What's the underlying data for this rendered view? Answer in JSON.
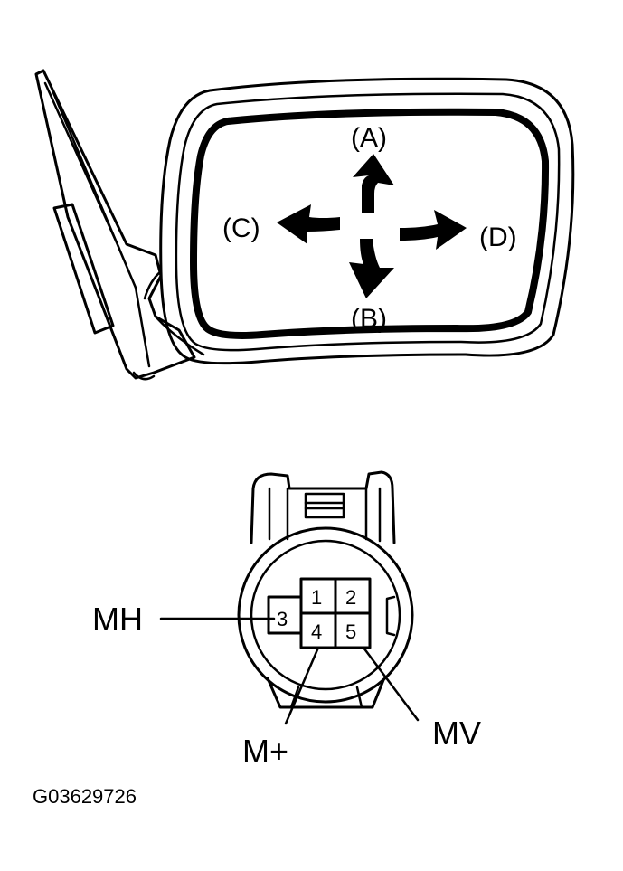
{
  "mirror": {
    "directions": {
      "a": "(A)",
      "b": "(B)",
      "c": "(C)",
      "d": "(D)"
    }
  },
  "connector": {
    "pins": [
      "1",
      "2",
      "3",
      "4",
      "5"
    ],
    "signals": {
      "mh": "MH",
      "m_plus": "M+",
      "mv": "MV"
    }
  },
  "figure_code": "G03629726",
  "colors": {
    "line": "#000000",
    "background": "#ffffff"
  }
}
